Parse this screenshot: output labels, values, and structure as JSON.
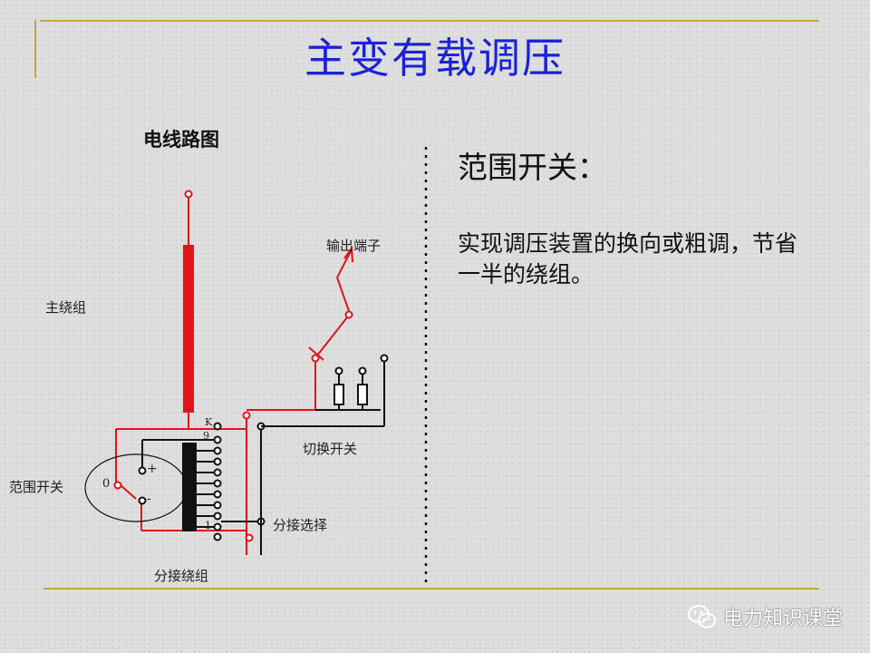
{
  "title": "主变有载调压",
  "diagram": {
    "title": "电线路图",
    "labels": {
      "main_winding": "主绕组",
      "output_terminal": "输出端子",
      "changeover_switch": "切换开关",
      "range_switch": "范围开关",
      "tap_selector": "分接选择",
      "tap_winding": "分接绕组",
      "k": "K",
      "tap_9": "9",
      "tap_1": "1",
      "zero": "0",
      "plus": "+",
      "minus": "-"
    }
  },
  "right_panel": {
    "heading": "范围开关：",
    "body": "实现调压装置的换向或粗调，节省一半的绕组。"
  },
  "watermark": {
    "text": "电力知识课堂"
  },
  "colors": {
    "title": "#1a22d6",
    "circuit_red": "#e0141a",
    "frame": "#c8a53a"
  }
}
